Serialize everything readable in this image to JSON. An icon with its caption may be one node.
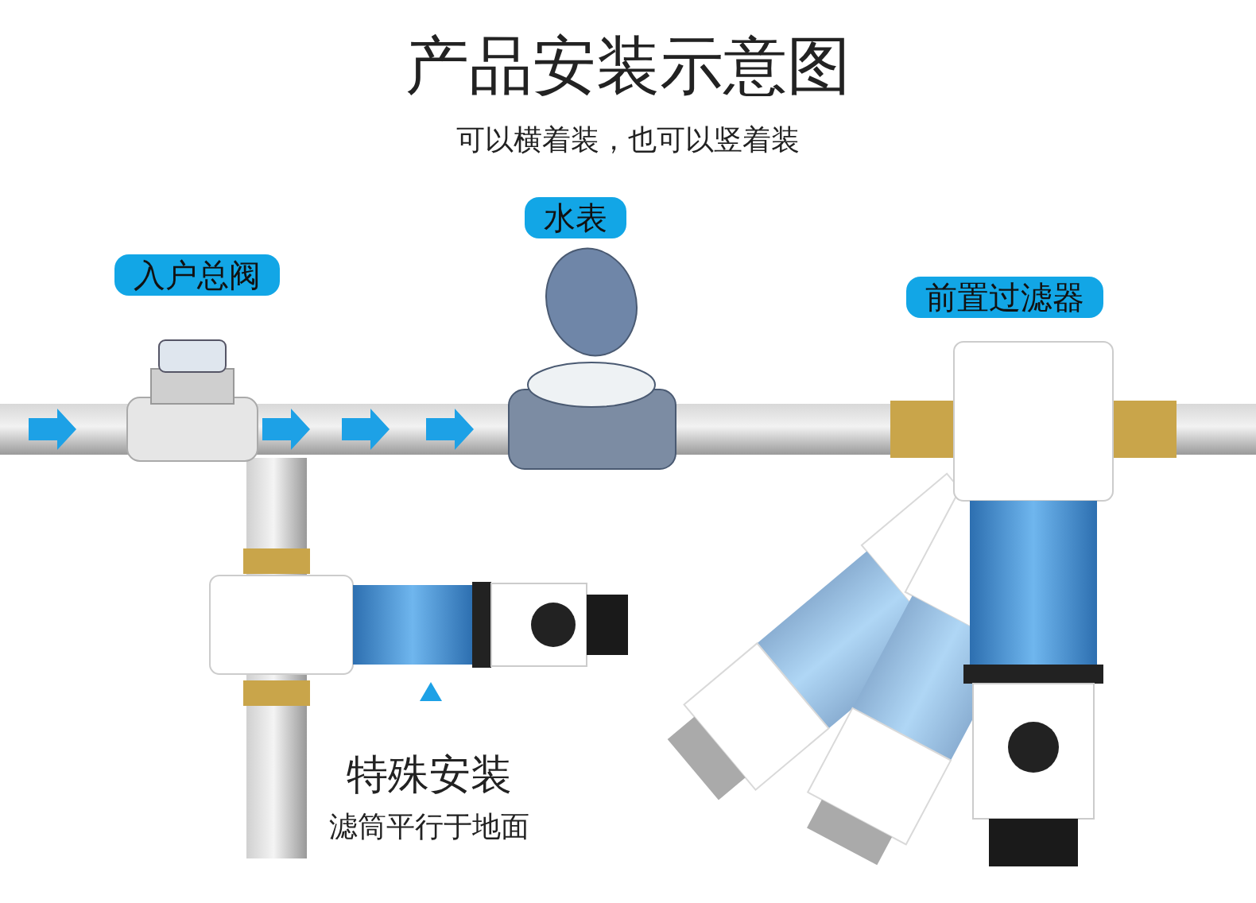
{
  "diagram": {
    "title": "产品安装示意图",
    "labels": [
      "可以横着装，也可以竖着装",
      "入户总阀",
      "水表",
      "前置过滤器",
      "特殊安装",
      "滤筒平行于地面"
    ]
  }
}
